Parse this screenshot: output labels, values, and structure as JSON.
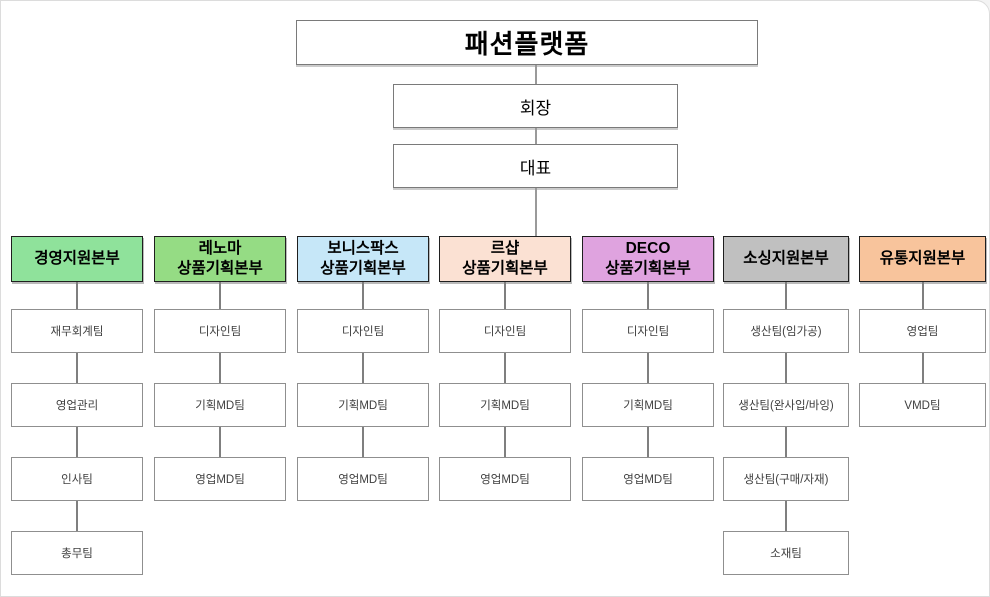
{
  "hierarchy": {
    "company": "패션플랫폼",
    "chairman": "회장",
    "ceo": "대표"
  },
  "divisions": [
    {
      "name": "경영지원본부",
      "name_line2": "",
      "color": "#8fe29b",
      "teams": [
        "재무회계팀",
        "영업관리",
        "인사팀",
        "총무팀"
      ]
    },
    {
      "name": "레노마",
      "name_line2": "상품기획본부",
      "color": "#95dc84",
      "teams": [
        "디자인팀",
        "기획MD팀",
        "영업MD팀"
      ]
    },
    {
      "name": "보니스팍스",
      "name_line2": "상품기획본부",
      "color": "#c6e7f8",
      "teams": [
        "디자인팀",
        "기획MD팀",
        "영업MD팀"
      ]
    },
    {
      "name": "르샵",
      "name_line2": "상품기획본부",
      "color": "#fbe1d3",
      "teams": [
        "디자인팀",
        "기획MD팀",
        "영업MD팀"
      ]
    },
    {
      "name": "DECO",
      "name_line2": "상품기획본부",
      "color": "#dfa3df",
      "teams": [
        "디자인팀",
        "기획MD팀",
        "영업MD팀"
      ]
    },
    {
      "name": "소싱지원본부",
      "name_line2": "",
      "color": "#c0c0c0",
      "teams": [
        "생산팀(임가공)",
        "생산팀(완사입/바잉)",
        "생산팀(구매/자재)",
        "소재팀"
      ]
    },
    {
      "name": "유통지원본부",
      "name_line2": "",
      "color": "#f8c49c",
      "teams": [
        "영업팀",
        "VMD팀"
      ]
    }
  ]
}
